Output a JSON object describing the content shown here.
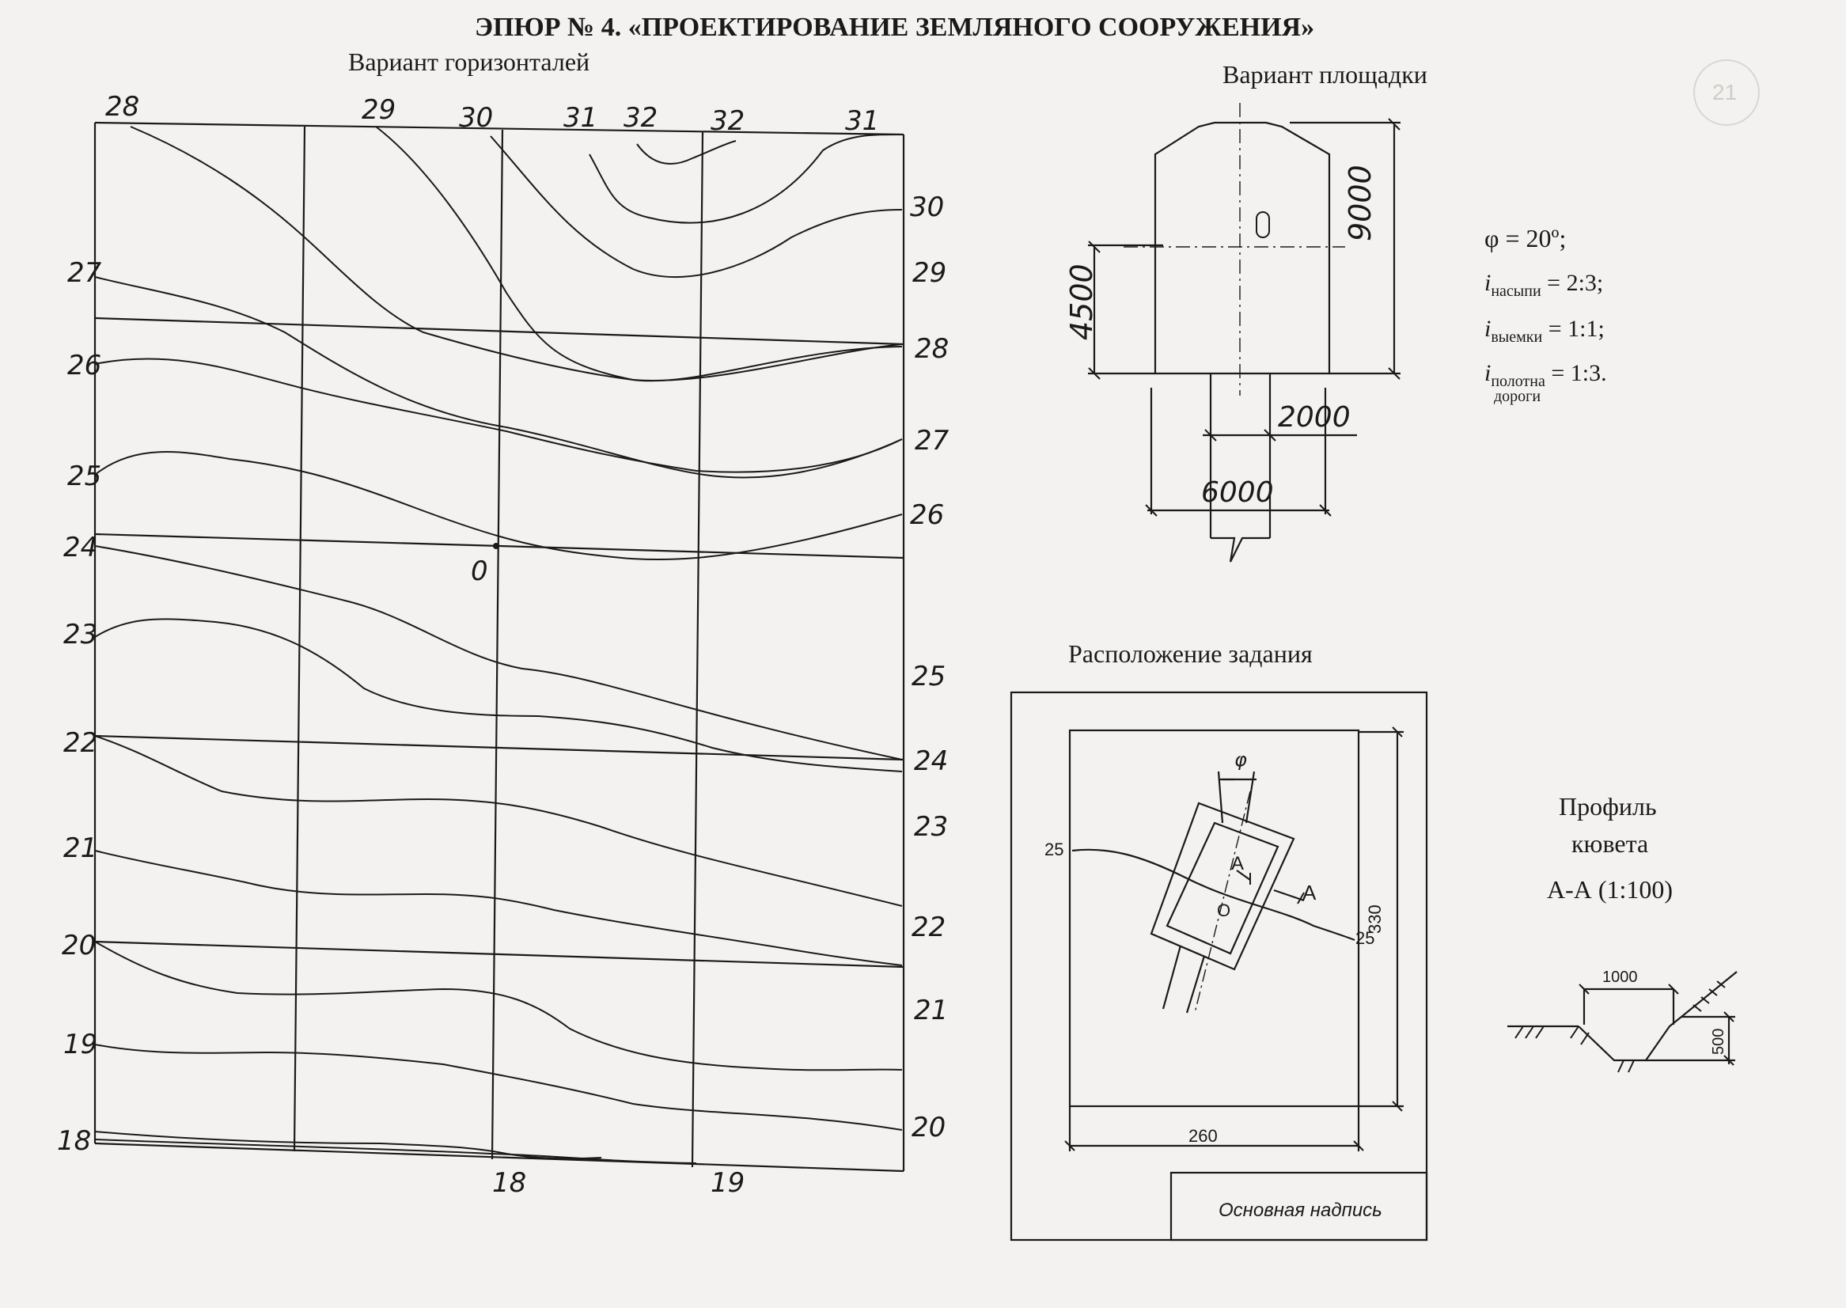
{
  "header": {
    "title": "ЭПЮР № 4. «ПРОЕКТИРОВАНИЕ ЗЕМЛЯНОГО СООРУЖЕНИЯ»",
    "stamp_number": "21"
  },
  "contour_map": {
    "caption": "Вариант горизонталей",
    "top_labels": [
      "28",
      "29",
      "30",
      "31",
      "32",
      "32",
      "31"
    ],
    "left_labels": [
      "27",
      "26",
      "25",
      "24",
      "23",
      "22",
      "21",
      "20",
      "19",
      "18"
    ],
    "right_labels": [
      "30",
      "29",
      "28",
      "27",
      "26",
      "25",
      "24",
      "23",
      "22",
      "21",
      "20"
    ],
    "bottom_labels": [
      "18",
      "19"
    ],
    "origin_label": "0"
  },
  "platform": {
    "caption": "Вариант площадки",
    "marker": "0",
    "dim_height": "9000",
    "dim_half_height": "4500",
    "dim_road_width": "2000",
    "dim_base_width": "6000"
  },
  "parameters": {
    "phi": "φ = 20º;",
    "fill_slope_sub": "насыпи",
    "fill_slope_value": "= 2:3;",
    "cut_slope_sub": "выемки",
    "cut_slope_value": "= 1:1;",
    "road_slope_sub": "полотна",
    "road_slope_sub2": "дороги",
    "road_slope_value": "= 1:3.",
    "i_symbol": "i"
  },
  "layout_scheme": {
    "caption": "Расположение задания",
    "angle_label": "φ",
    "contour_left": "25",
    "contour_right": "25",
    "section_label_a1": "А",
    "section_label_a2": "А",
    "origin_label": "О",
    "dim_height": "330",
    "dim_width": "260",
    "title_block": "Основная надпись"
  },
  "ditch_profile": {
    "caption_line1": "Профиль",
    "caption_line2": "кювета",
    "caption_line3": "А-А (1:100)",
    "dim_width": "1000",
    "dim_depth": "500"
  }
}
